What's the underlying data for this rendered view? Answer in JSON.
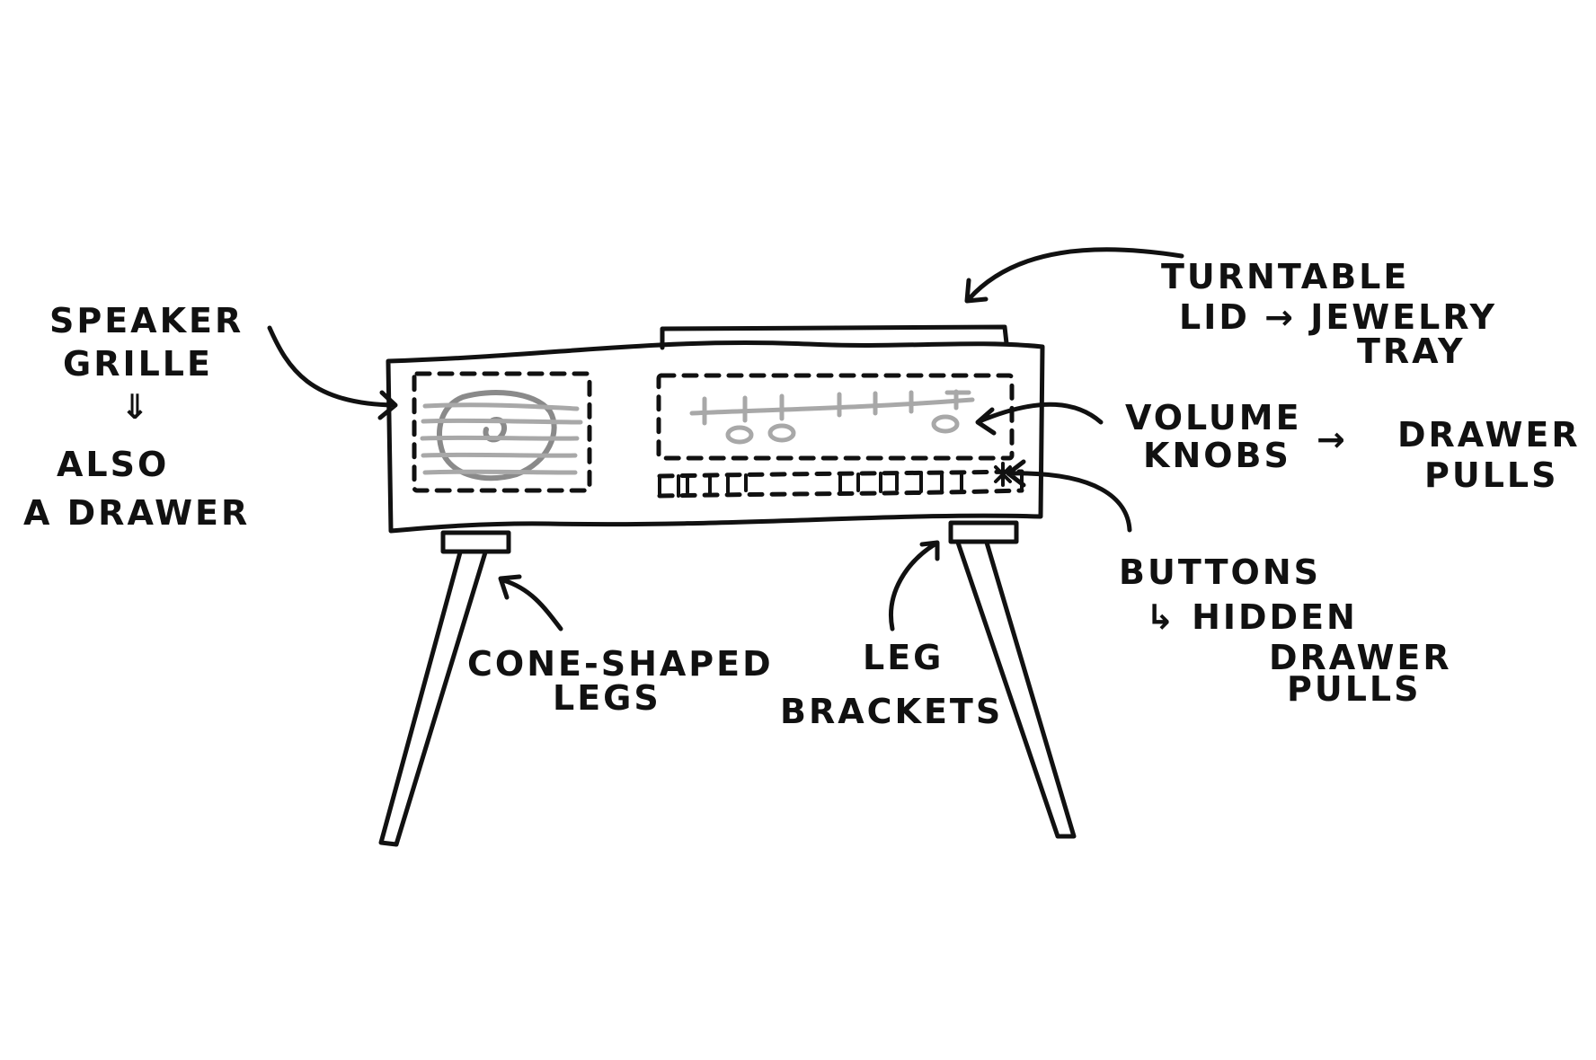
{
  "labels": {
    "speaker_grille": {
      "line1": "SPEAKER",
      "line2": "GRILLE",
      "arrow": "⇓",
      "line3": "ALSO",
      "line4": "A DRAWER"
    },
    "turntable_lid": {
      "line1": "TURNTABLE",
      "line2": "LID → JEWELRY",
      "line3": "TRAY"
    },
    "volume_knobs": {
      "line1": "VOLUME",
      "line2": "KNOBS",
      "arrow": "→",
      "line3": "DRAWER",
      "line4": "PULLS"
    },
    "buttons": {
      "line1": "BUTTONS",
      "line2": "↳ HIDDEN",
      "line3": "DRAWER",
      "line4": "PULLS"
    },
    "cone_legs": {
      "line1": "CONE-SHAPED",
      "line2": "LEGS"
    },
    "leg_brackets": {
      "line1": "LEG",
      "line2": "BRACKETS"
    }
  },
  "colors": {
    "ink": "#111111",
    "pencil_grey": "#a8a8a8",
    "background": "#ffffff"
  }
}
